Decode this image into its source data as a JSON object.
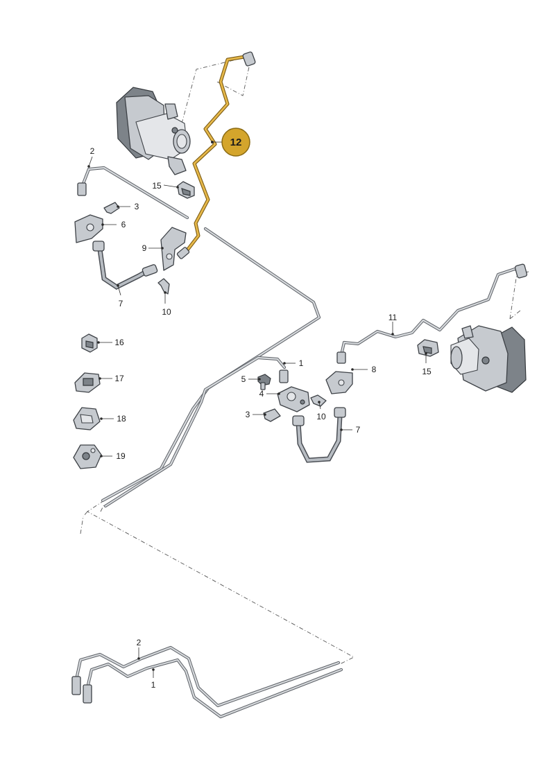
{
  "callout": {
    "label": "12",
    "fill": "#d4a52c",
    "stroke": "#8a6a12"
  },
  "labels": {
    "n2_top": "2",
    "n15_top": "15",
    "n3_left": "3",
    "n6_left": "6",
    "n9": "9",
    "n7_left": "7",
    "n10_left": "10",
    "n16": "16",
    "n17": "17",
    "n18": "18",
    "n19": "19",
    "n11": "11",
    "n15_right": "15",
    "n1_mid": "1",
    "n5": "5",
    "n4": "4",
    "n3_mid": "3",
    "n8": "8",
    "n10_mid": "10",
    "n7_right": "7",
    "n2_bottom": "2",
    "n1_bottom": "1"
  },
  "colors": {
    "highlight_pipe": "#e6b84a",
    "metal": "#c6cacf",
    "outline": "#3d4146"
  }
}
